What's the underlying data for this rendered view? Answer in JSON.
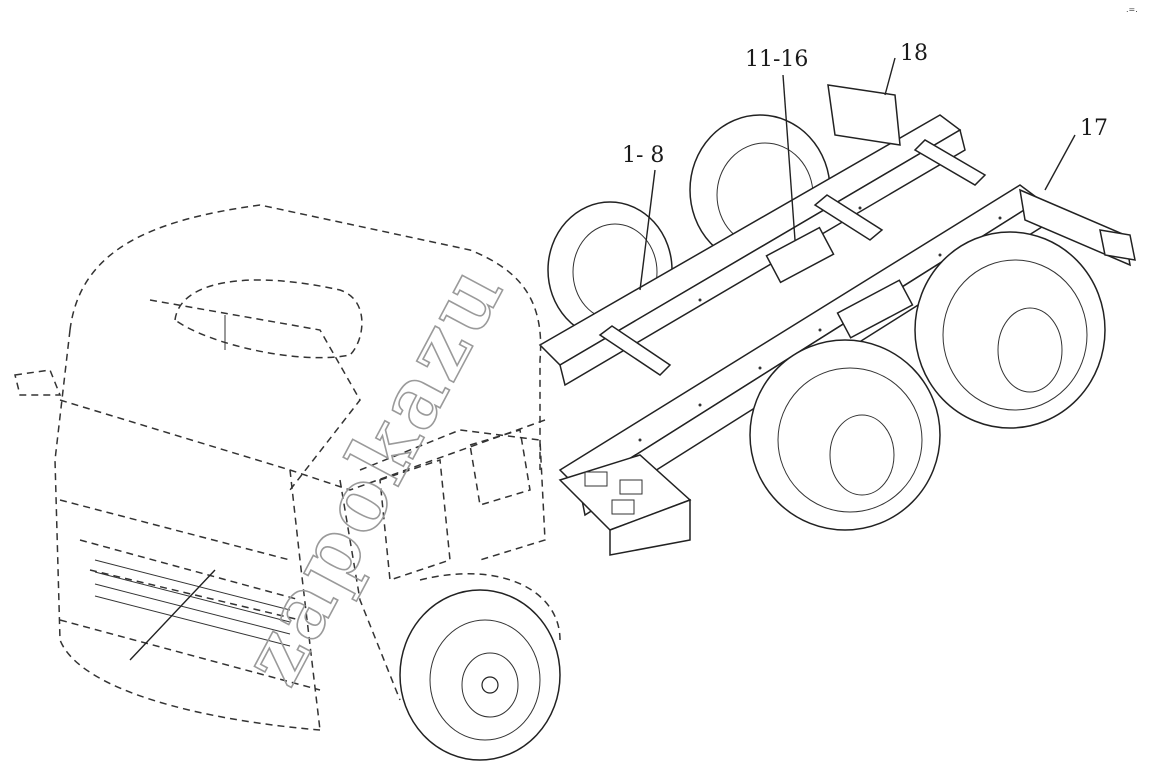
{
  "callouts": {
    "c1": "1- 8",
    "c2": "11-16",
    "c3": "18",
    "c4": "17"
  },
  "watermark": "zapokazu",
  "corner_mark": ".=.",
  "colors": {
    "line": "#222222",
    "watermark": "#9a9a9a",
    "background": "#ffffff"
  }
}
